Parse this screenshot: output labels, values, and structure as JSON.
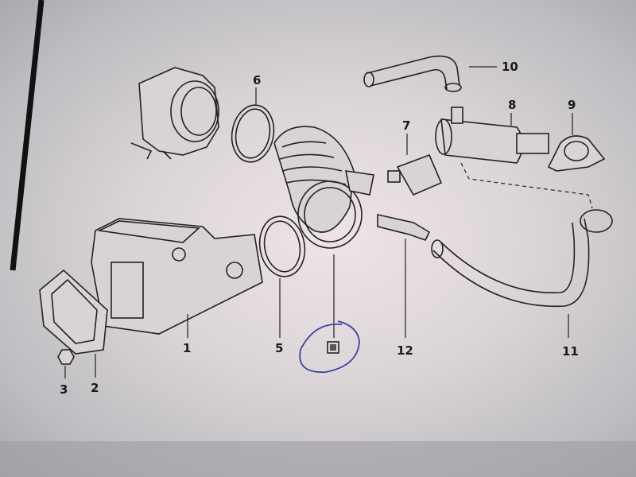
{
  "diagram": {
    "labels": {
      "p1": "1",
      "p2": "2",
      "p3": "3",
      "p5": "5",
      "p6": "6",
      "p7": "7",
      "p8": "8",
      "p9": "9",
      "p10": "10",
      "p11": "11",
      "p12": "12"
    },
    "circle_color": "#3a3fa8"
  }
}
